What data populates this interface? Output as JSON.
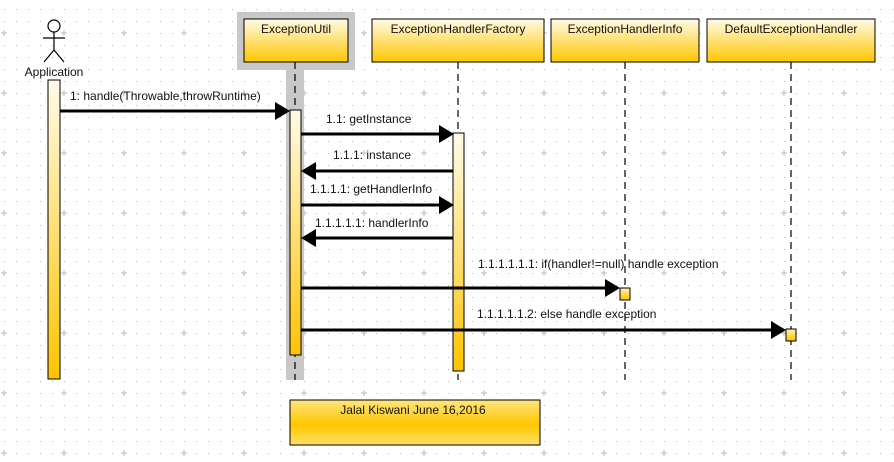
{
  "diagram": {
    "type": "sequence",
    "colors": {
      "box_top": "#fff7d0",
      "box_bottom": "#ffc600",
      "highlight": "#c8c8c8",
      "line": "#000000",
      "grid": "#b8b8b8"
    },
    "actor": {
      "id": "app",
      "label": "Application"
    },
    "participants": [
      {
        "id": "util",
        "label": "ExceptionUtil",
        "selected": true
      },
      {
        "id": "factory",
        "label": "ExceptionHandlerFactory"
      },
      {
        "id": "info",
        "label": "ExceptionHandlerInfo"
      },
      {
        "id": "default",
        "label": "DefaultExceptionHandler"
      }
    ],
    "messages": [
      {
        "from": "app",
        "to": "util",
        "label": "1: handle(Throwable,throwRuntime)",
        "kind": "call"
      },
      {
        "from": "util",
        "to": "factory",
        "label": "1.1: getInstance",
        "kind": "call"
      },
      {
        "from": "factory",
        "to": "util",
        "label": "1.1.1: instance",
        "kind": "return"
      },
      {
        "from": "util",
        "to": "factory",
        "label": "1.1.1.1: getHandlerInfo",
        "kind": "call"
      },
      {
        "from": "factory",
        "to": "util",
        "label": "1.1.1.1.1: handlerInfo",
        "kind": "return"
      },
      {
        "from": "util",
        "to": "info",
        "label": "1.1.1.1.1.1: if(handler!=null) handle exception",
        "kind": "call"
      },
      {
        "from": "util",
        "to": "default",
        "label": "1.1.1.1.1.2: else handle exception",
        "kind": "call"
      }
    ],
    "note": {
      "label": "Jalal Kiswani June 16,2016"
    }
  }
}
